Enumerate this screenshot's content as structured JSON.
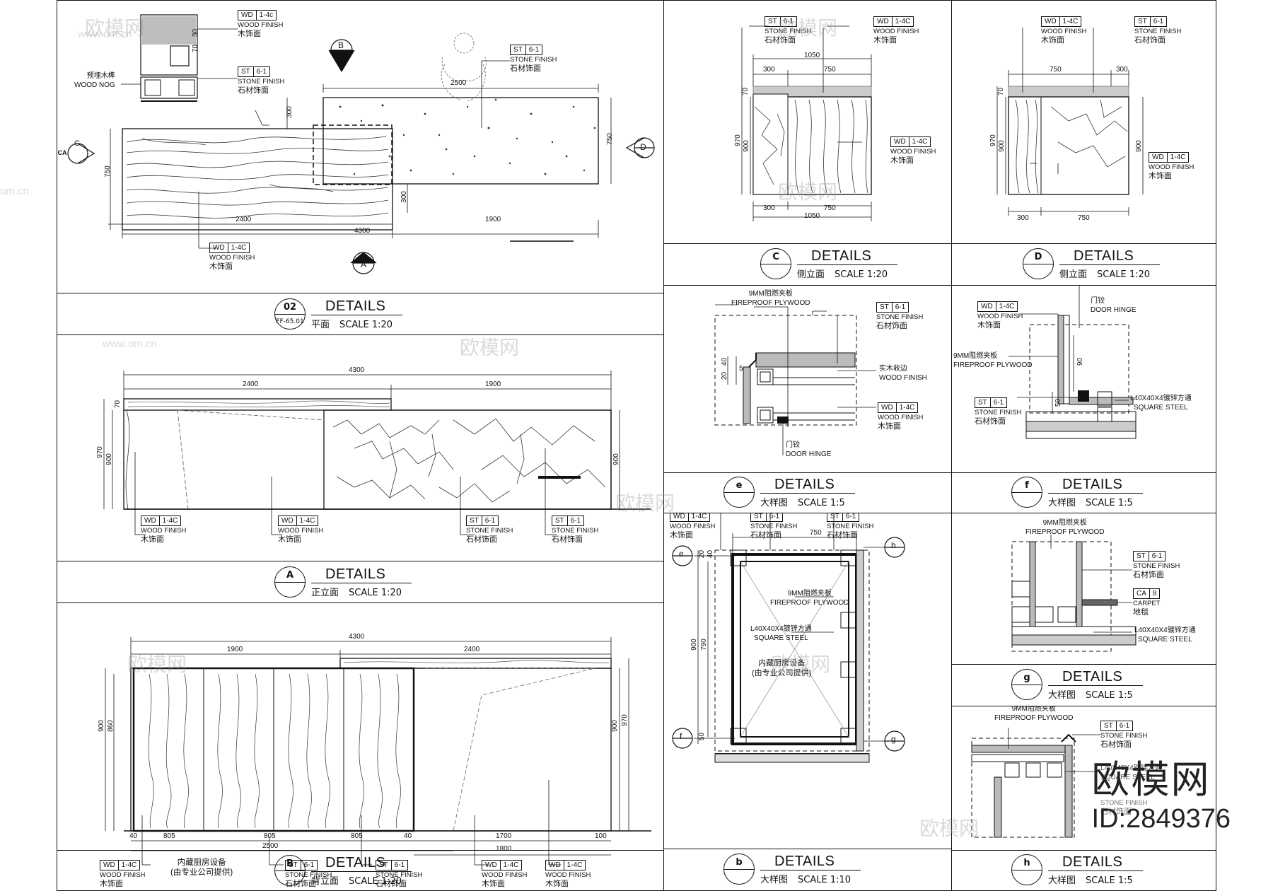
{
  "tags": {
    "wd": {
      "code": "WD",
      "num": "1-4C",
      "en": "WOOD FINISH",
      "cn": "木饰面"
    },
    "wd_lower": {
      "code": "WD",
      "num": "1-4c",
      "en": "WOOD FINISH",
      "cn": "木饰面"
    },
    "st": {
      "code": "ST",
      "num": "6-1",
      "en": "STONE FINISH",
      "cn": "石材饰面"
    },
    "ca": {
      "code": "CA",
      "num": "8",
      "en": "CARPET",
      "cn": "地毯"
    }
  },
  "titles": {
    "p02": {
      "top": "02",
      "bot": "FF-65.01",
      "det": "DETAILS",
      "cn": "平面",
      "scale": "SCALE  1:20"
    },
    "pA": {
      "top": "A",
      "bot": "",
      "det": "DETAILS",
      "cn": "正立面",
      "scale": "SCALE  1:20"
    },
    "pB": {
      "top": "B",
      "bot": "",
      "det": "DETAILS",
      "cn": "背立面",
      "scale": "SCALE  1:20"
    },
    "pC": {
      "top": "C",
      "bot": "",
      "det": "DETAILS",
      "cn": "侧立面",
      "scale": "SCALE  1:20"
    },
    "pD": {
      "top": "D",
      "bot": "",
      "det": "DETAILS",
      "cn": "侧立面",
      "scale": "SCALE  1:20"
    },
    "pe": {
      "top": "e",
      "bot": "",
      "det": "DETAILS",
      "cn": "大样图",
      "scale": "SCALE  1:5"
    },
    "pf": {
      "top": "f",
      "bot": "",
      "det": "DETAILS",
      "cn": "大样图",
      "scale": "SCALE  1:5"
    },
    "pb": {
      "top": "b",
      "bot": "",
      "det": "DETAILS",
      "cn": "大样图",
      "scale": "SCALE  1:10"
    },
    "pg": {
      "top": "g",
      "bot": "",
      "det": "DETAILS",
      "cn": "大样图",
      "scale": "SCALE  1:5"
    },
    "ph": {
      "top": "h",
      "bot": "",
      "det": "DETAILS",
      "cn": "大样图",
      "scale": "SCALE  1:5"
    }
  },
  "notes": {
    "nog_cn": "预埋木榫",
    "nog_en": "WOOD NOG",
    "ply_cn": "9MM阻燃夹板",
    "ply_en": "FIREPROOF  PLYWOOD",
    "solid_cn": "实木收边",
    "solid_en": "WOOD  FINISH",
    "hinge_cn": "门铰",
    "hinge_en": "DOOR  HINGE",
    "steel_cn": "L40X40X4镀锌方通",
    "steel_en": "SQUARE  STEEL",
    "kitchen1": "内藏厨房设备",
    "kitchen2": "(由专业公司提供)",
    "sec_c": "ICA"
  },
  "markers": {
    "A": "A",
    "B": "B",
    "C": "C",
    "D": "D",
    "e": "e",
    "f": "f",
    "g": "g",
    "h": "h"
  },
  "dims": {
    "plan": {
      "d2500": "2500",
      "d300a": "300",
      "d750a": "750",
      "d750b": "750",
      "d300b": "300",
      "d2400": "2400",
      "d1900": "1900",
      "d4300": "4300",
      "d70": "70",
      "d30": "30"
    },
    "front": {
      "d4300": "4300",
      "d2400": "2400",
      "d1900": "1900",
      "d70": "70",
      "d970": "970",
      "d900a": "900",
      "d900b": "900"
    },
    "back": {
      "d4300": "4300",
      "d1900": "1900",
      "d2400": "2400",
      "d900": "900",
      "d860": "860",
      "d900b": "900",
      "d970": "970",
      "d40a": "40",
      "d805a": "805",
      "d805b": "805",
      "d805c": "805",
      "d40b": "40",
      "d1700": "1700",
      "d100": "100",
      "d2500": "2500",
      "d1800": "1800"
    },
    "c": {
      "d1050a": "1050",
      "d300a": "300",
      "d750a": "750",
      "d70": "70",
      "d970": "970",
      "d900": "900",
      "d300b": "300",
      "d750b": "750",
      "d1050b": "1050"
    },
    "d": {
      "d750a": "750",
      "d300a": "300",
      "d70": "70",
      "d970": "970",
      "d900a": "900",
      "d900b": "900",
      "d300b": "300",
      "d750b": "750"
    },
    "e": {
      "d20": "20",
      "d40": "40",
      "d5": "5"
    },
    "f": {
      "d90": "90",
      "d50": "50"
    },
    "b": {
      "d750": "750",
      "d20": "20",
      "d40": "40",
      "d900": "900",
      "d790": "790",
      "d50": "50"
    }
  },
  "watermark": {
    "cn": "欧模网",
    "url": "www.om.cn",
    "url2": "om.cn"
  },
  "brand": {
    "name": "欧模网",
    "id": "ID:2849376"
  }
}
